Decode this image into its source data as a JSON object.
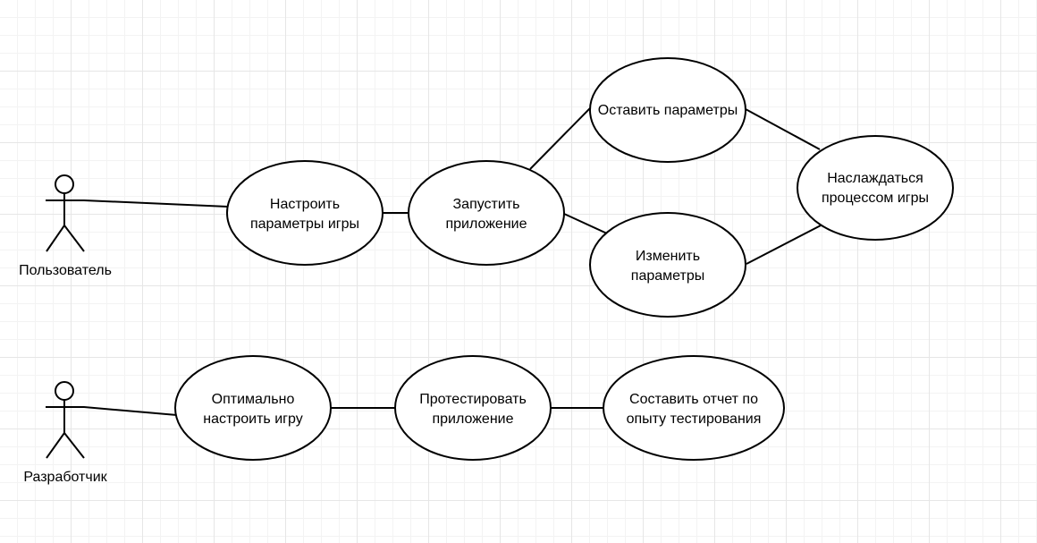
{
  "diagram": {
    "actors": {
      "user": {
        "label": "Пользователь"
      },
      "developer": {
        "label": "Разработчик"
      }
    },
    "use_cases": {
      "configure_params": {
        "lines": [
          "Настроить",
          "параметры игры"
        ]
      },
      "launch_app": {
        "lines": [
          "Запустить",
          "приложение"
        ]
      },
      "keep_params": {
        "lines": [
          "Оставить параметры"
        ]
      },
      "change_params": {
        "lines": [
          "Изменить",
          "параметры"
        ]
      },
      "enjoy_game": {
        "lines": [
          "Наслаждаться",
          "процессом игры"
        ]
      },
      "optimize_game": {
        "lines": [
          "Оптимально",
          "настроить игру"
        ]
      },
      "test_app": {
        "lines": [
          "Протестировать",
          "приложение"
        ]
      },
      "write_report": {
        "lines": [
          "Составить отчет по",
          "опыту тестирования"
        ]
      }
    }
  }
}
